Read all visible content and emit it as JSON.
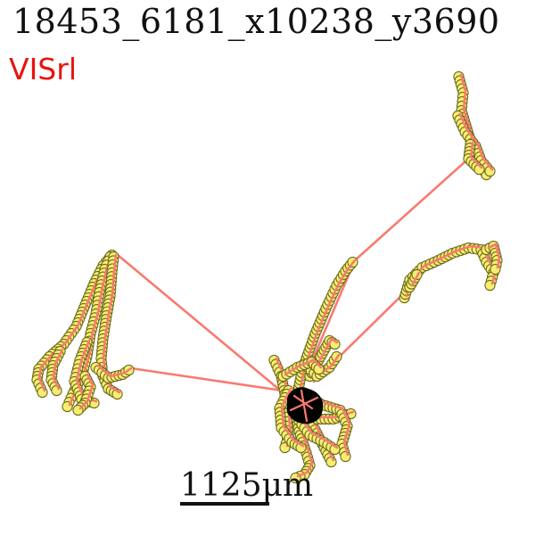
{
  "header": {
    "title": "18453_6181_x10238_y3690",
    "region": "VISrl"
  },
  "scale_bar": {
    "label": "1125μm"
  },
  "colors": {
    "title": "#111111",
    "region": "#e8140f",
    "segment": "#f87a70",
    "node_fill": "#f6ef6e",
    "node_edge": "#6c6a23",
    "soma": "#000000"
  }
}
